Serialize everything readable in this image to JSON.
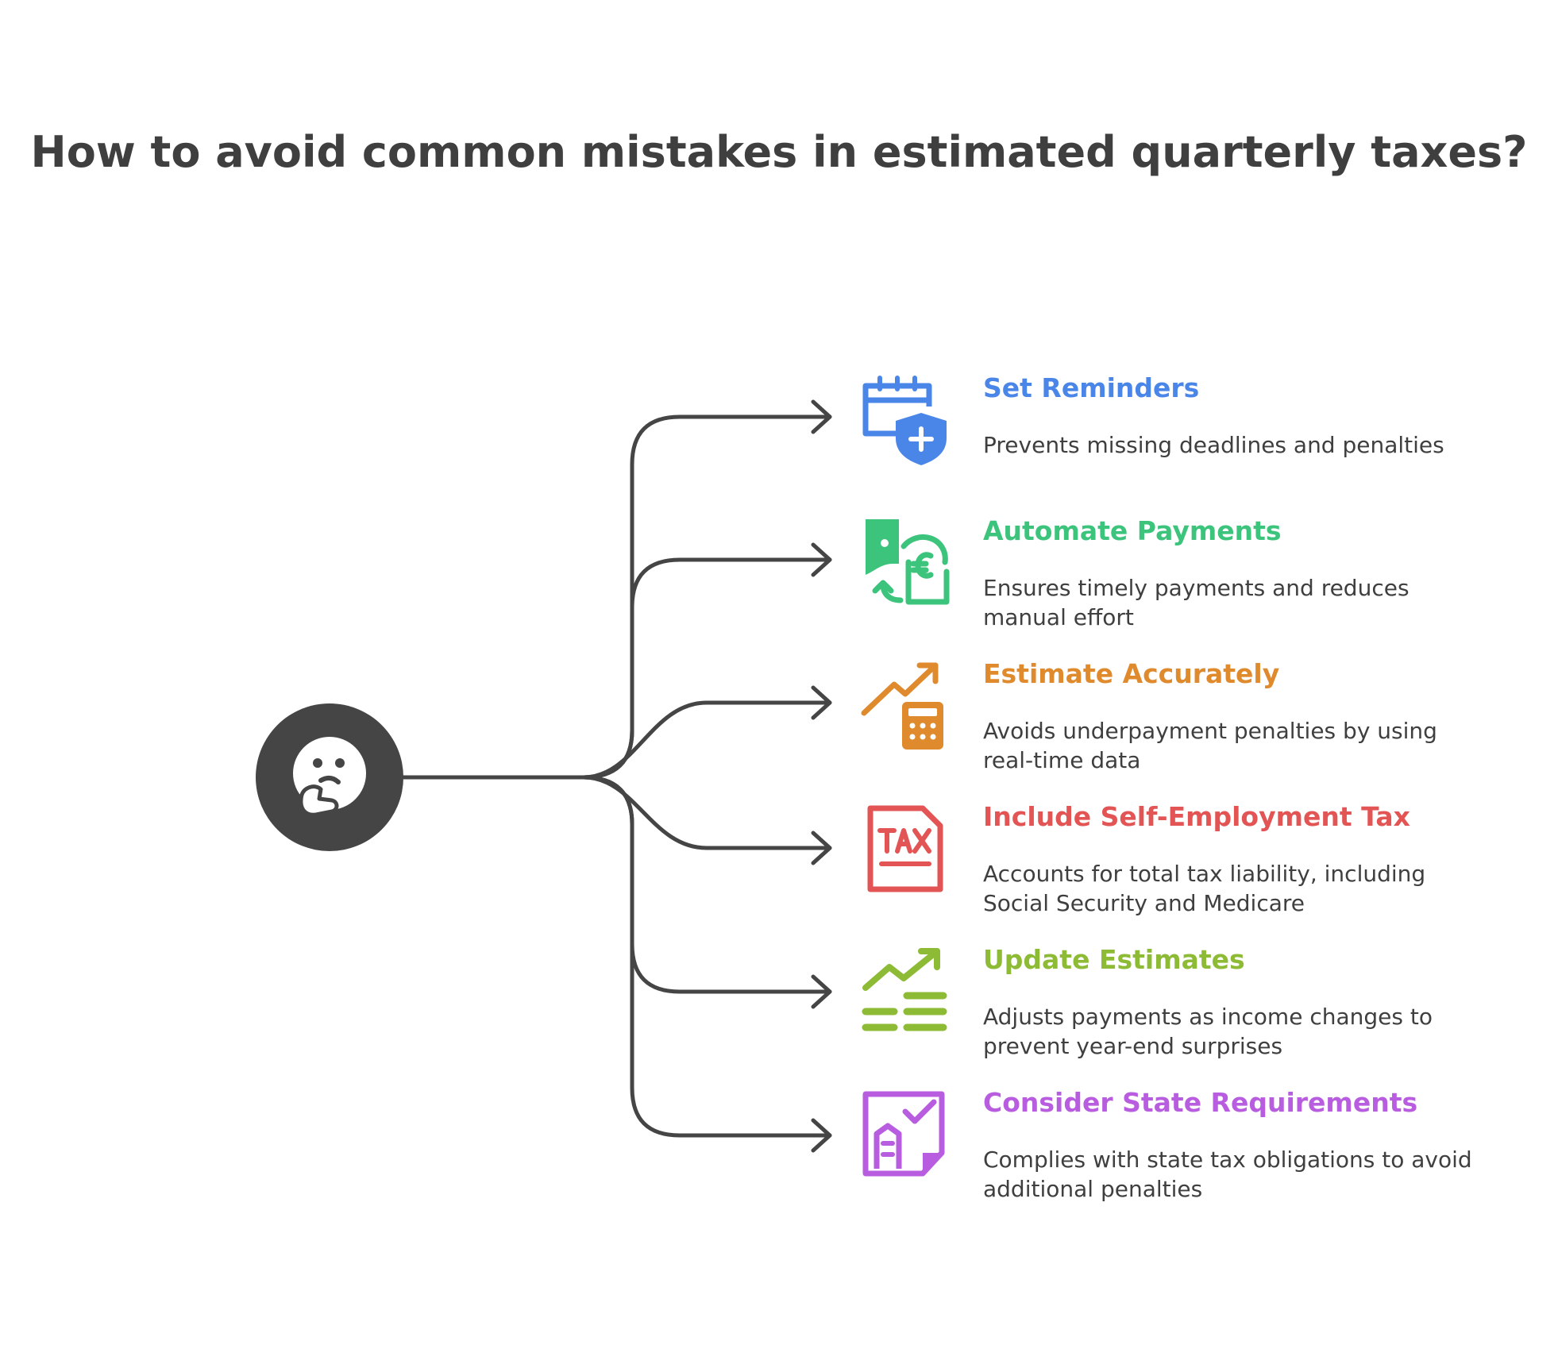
{
  "title": "How to avoid common mistakes in estimated quarterly taxes?",
  "hub": {
    "icon": "thinking-face-icon"
  },
  "items": [
    {
      "title": "Set Reminders",
      "description": "Prevents missing deadlines and penalties",
      "color": "#4a86e8",
      "icon": "calendar-shield-icon"
    },
    {
      "title": "Automate Payments",
      "description": "Ensures timely payments and reduces manual effort",
      "color": "#3cc47c",
      "icon": "currency-exchange-icon"
    },
    {
      "title": "Estimate Accurately",
      "description": "Avoids underpayment penalties by using real-time data",
      "color": "#e08a2e",
      "icon": "trend-calculator-icon"
    },
    {
      "title": "Include Self-Employment Tax",
      "description": "Accounts for total tax liability, including Social Security and Medicare",
      "color": "#e35454",
      "icon": "tax-document-icon"
    },
    {
      "title": "Update Estimates",
      "description": "Adjusts payments as income changes to prevent year-end surprises",
      "color": "#8dbb35",
      "icon": "growth-chart-icon"
    },
    {
      "title": "Consider State Requirements",
      "description": "Complies with state tax obligations to avoid additional penalties",
      "color": "#b85de0",
      "icon": "state-building-checklist-icon"
    }
  ]
}
